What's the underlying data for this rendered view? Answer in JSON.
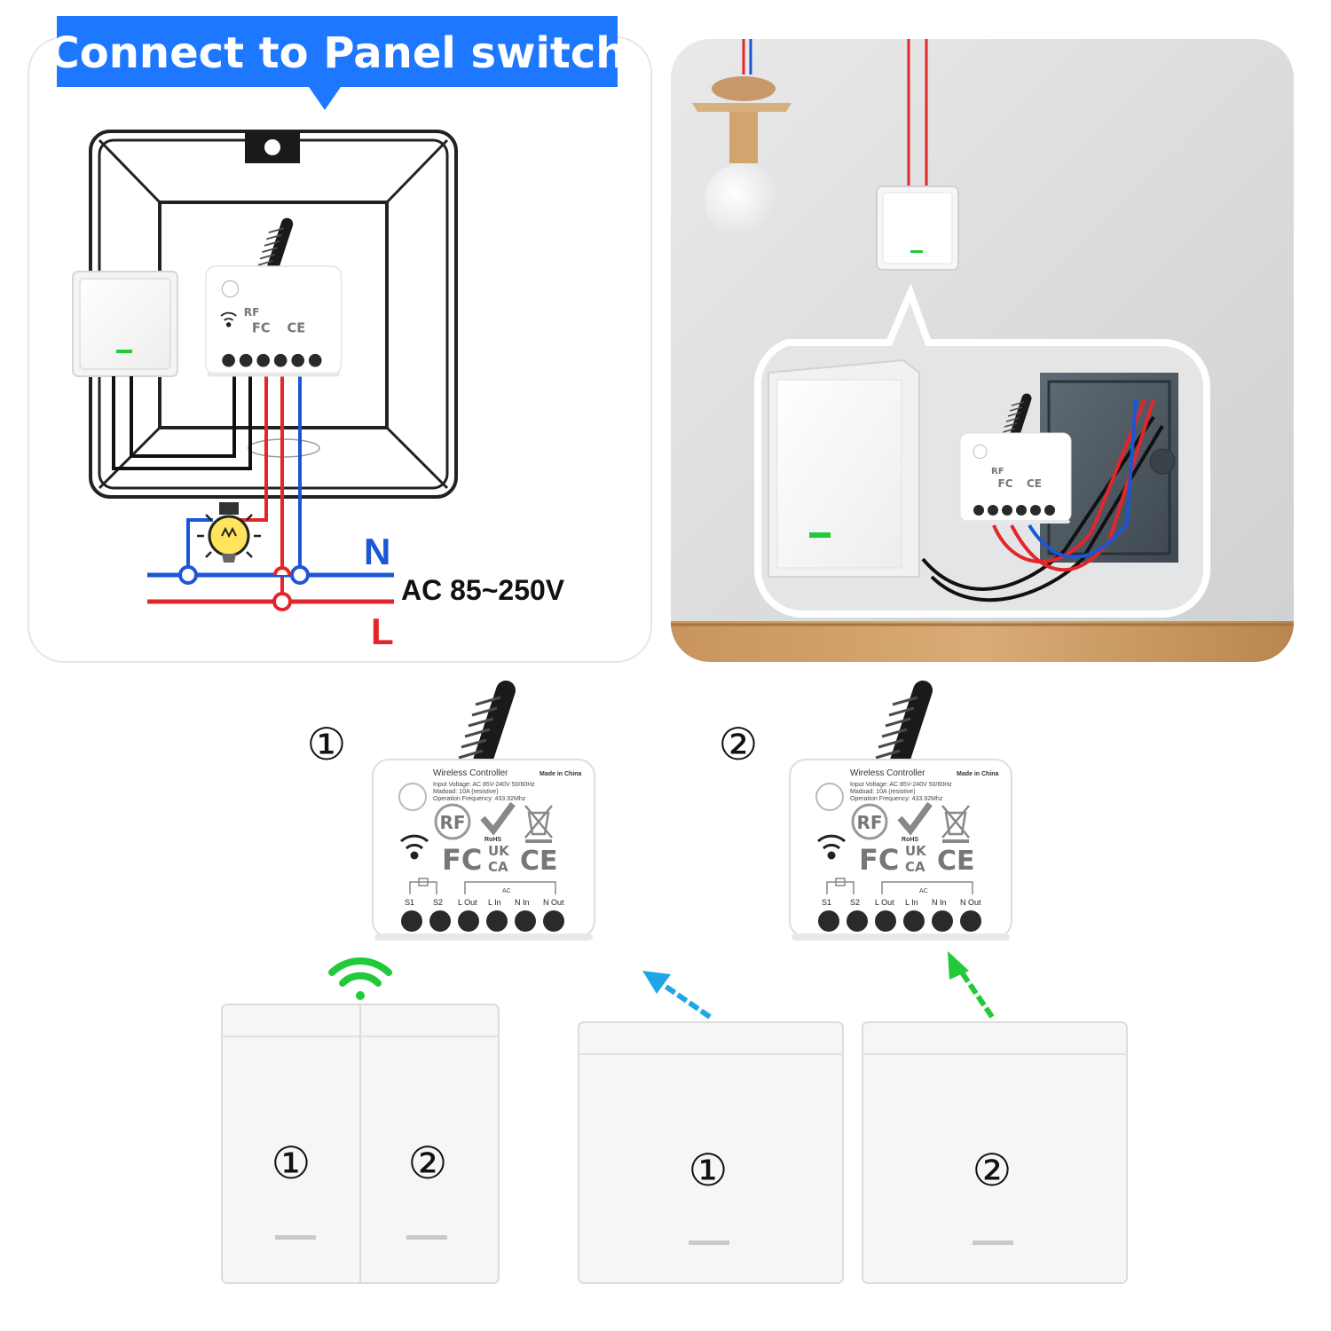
{
  "header": {
    "title": "Connect to Panel switch"
  },
  "wiring": {
    "neutral_label": "N",
    "live_label": "L",
    "voltage_label": "AC 85~250V",
    "colors": {
      "neutral": "#1a56d6",
      "live": "#e2262b",
      "switch_wire": "#111111",
      "accent": "#1e78ff",
      "signal": "#22c93a",
      "signal_alt": "#1ea6e6"
    }
  },
  "module": {
    "title": "Wireless Controller",
    "made_in": "Made in China",
    "spec_lines": [
      "Input Voltage: AC 85V-240V 50/60Hz",
      "Madoad: 10A (resistive)",
      "Operation Frequency: 433.92Mhz"
    ],
    "cert_rf": "RF",
    "cert_rohs": "RoHS",
    "cert_fc": "FC",
    "cert_uk": "UK",
    "cert_ca": "CA",
    "cert_ce": "CE",
    "ac_tag": "AC",
    "terminals": [
      "S1",
      "S2",
      "L Out",
      "L In",
      "N In",
      "N Out"
    ]
  },
  "products": {
    "receiver_1_number": "①",
    "receiver_2_number": "②",
    "double_switch": {
      "left_number": "①",
      "right_number": "②"
    },
    "single_switch_1_number": "①",
    "single_switch_2_number": "②"
  }
}
